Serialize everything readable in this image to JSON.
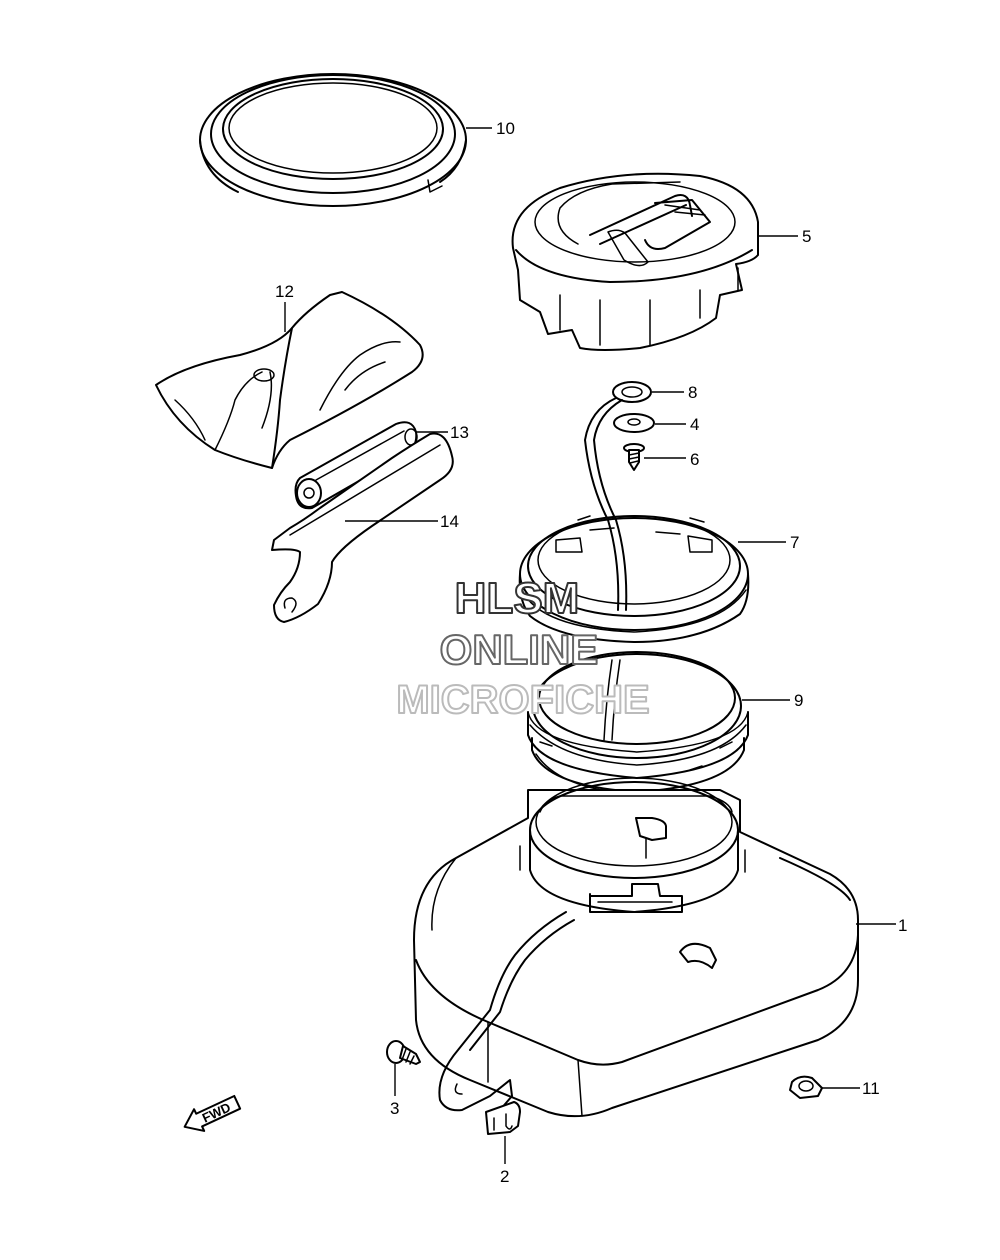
{
  "callouts": {
    "p1": "1",
    "p2": "2",
    "p3": "3",
    "p4": "4",
    "p5": "5",
    "p6": "6",
    "p7": "7",
    "p8": "8",
    "p9": "9",
    "p10": "10",
    "p11": "11",
    "p12": "12",
    "p13": "13",
    "p14": "14"
  },
  "watermark": {
    "line1": "HLSM",
    "line2": "ONLINE",
    "line3": "MICROFICHE"
  },
  "direction_arrow": {
    "label": "FWD"
  }
}
